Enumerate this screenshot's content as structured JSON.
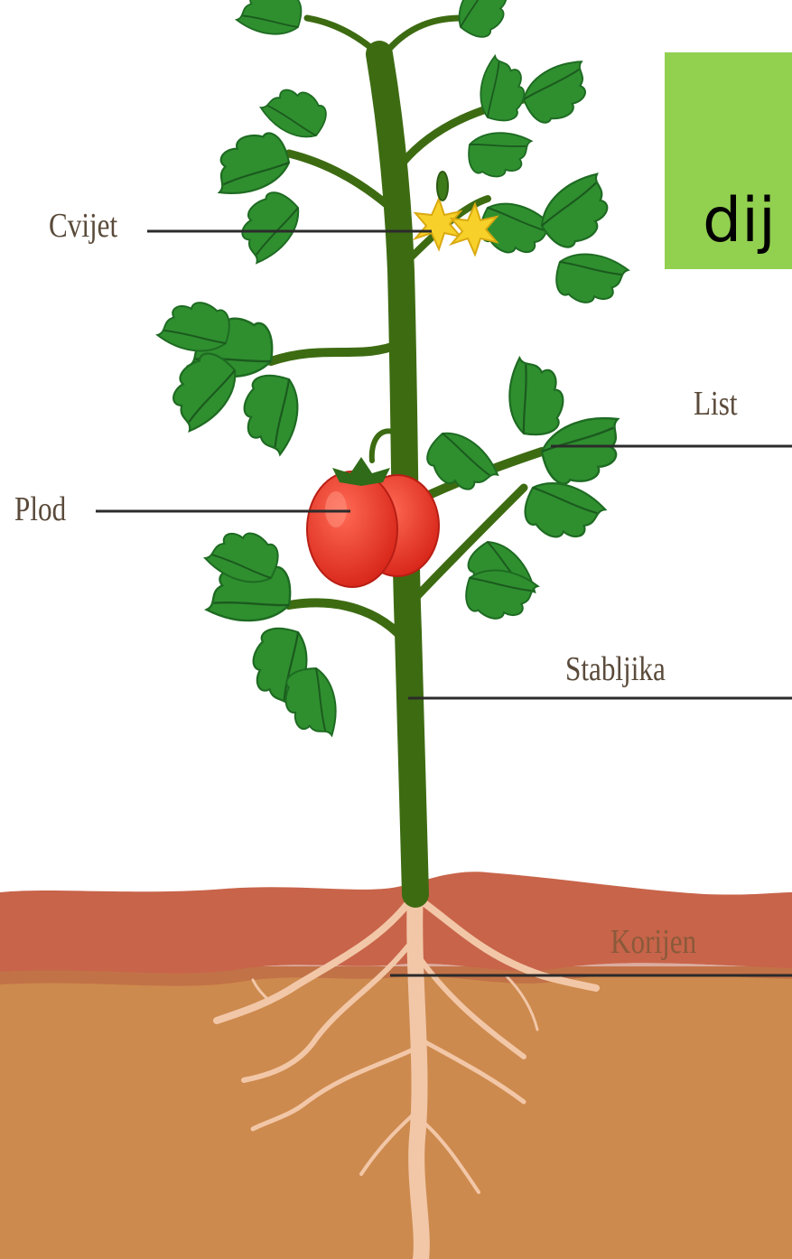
{
  "labels": {
    "flower": "Cvijet",
    "fruit": "Plod",
    "leaf": "List",
    "stem": "Stabljika",
    "root": "Korijen"
  },
  "title_fragment": "dij",
  "colors": {
    "title_box": "#92d050",
    "leaf": "#2e8b2e",
    "leaf_dark": "#1f6b22",
    "stem": "#3d6b12",
    "fruit": "#e8342a",
    "flower": "#f7d12a",
    "topsoil": "#c8644a",
    "soil": "#cd8a4e",
    "root": "#f2c7a8",
    "leader_line": "#2b2b2b"
  }
}
